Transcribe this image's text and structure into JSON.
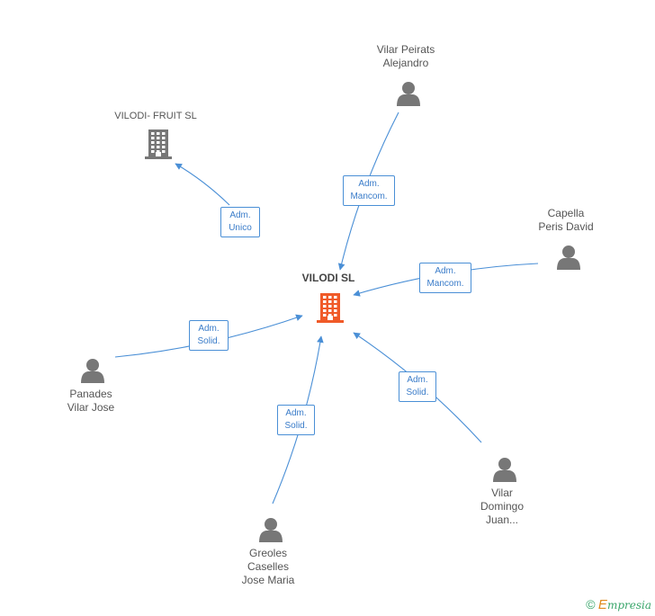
{
  "center": {
    "name": "VILODI SL",
    "color": "#f05a28"
  },
  "company": {
    "name": "VILODI- FRUIT SL",
    "color": "#777777"
  },
  "persons": [
    {
      "id": "vilar-peirats",
      "name": "Vilar Peirats\nAlejandro",
      "role": "Adm.\nMancom."
    },
    {
      "id": "capella-peris",
      "name": "Capella\nPeris David",
      "role": "Adm.\nMancom."
    },
    {
      "id": "vilar-domingo",
      "name": "Vilar\nDomingo\nJuan...",
      "role": "Adm.\nSolid."
    },
    {
      "id": "greoles-caselles",
      "name": "Greoles\nCaselles\nJose Maria",
      "role": "Adm.\nSolid."
    },
    {
      "id": "panades-vilar",
      "name": "Panades\nVilar Jose",
      "role": "Adm.\nSolid."
    }
  ],
  "company_edge": {
    "role": "Adm.\nUnico"
  },
  "colors": {
    "edge": "#4a8fd6",
    "person": "#777777"
  },
  "footer": {
    "copyright": "©",
    "brand_initial": "E",
    "brand_rest": "mpresia"
  }
}
